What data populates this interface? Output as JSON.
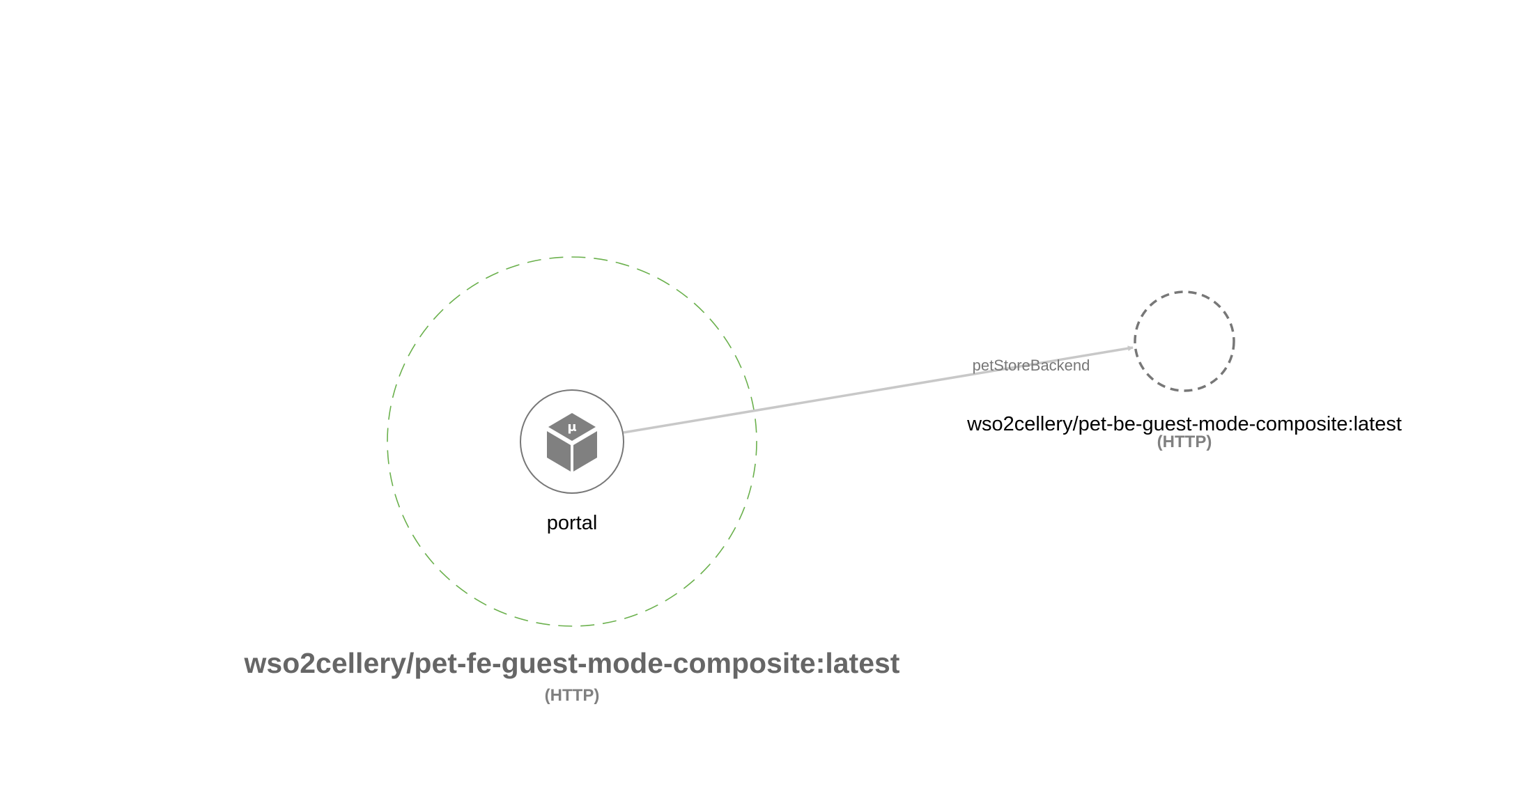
{
  "composite": {
    "name": "wso2cellery/pet-fe-guest-mode-composite:latest",
    "protocol": "(HTTP)",
    "boundary_color": "#6ab04c"
  },
  "component": {
    "name": "portal",
    "icon": "microservice-cube-icon",
    "icon_glyph": "μ",
    "icon_color": "#808080"
  },
  "dependency": {
    "name": "wso2cellery/pet-be-guest-mode-composite:latest",
    "protocol": "(HTTP)",
    "boundary_color": "#777777"
  },
  "edge": {
    "label": "petStoreBackend",
    "color": "#c8c8c8"
  }
}
